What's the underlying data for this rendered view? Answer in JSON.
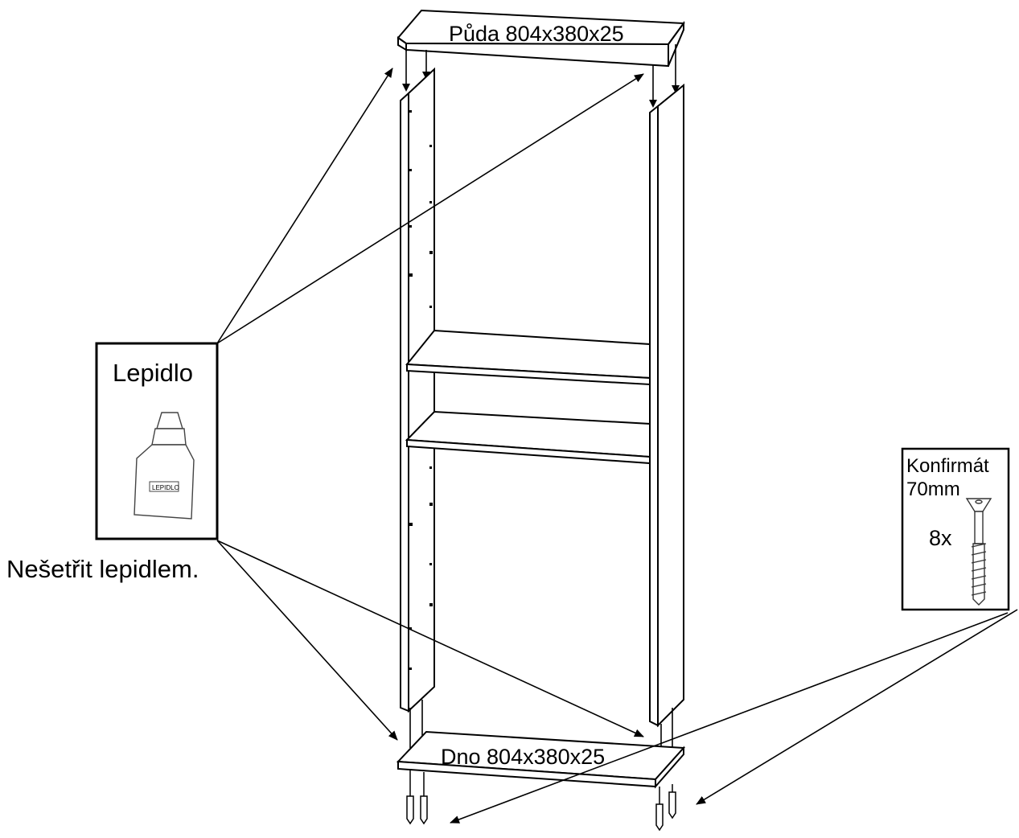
{
  "top_panel": {
    "label": "Půda 804x380x25"
  },
  "bottom_panel": {
    "label": "Dno 804x380x25"
  },
  "glue_box": {
    "title": "Lepidlo",
    "bottle_text": "LEPIDLO",
    "note": "Nešetřit lepidlem."
  },
  "screw_box": {
    "title_line1": "Konfirmát",
    "title_line2": "70mm",
    "quantity": "8x"
  },
  "colors": {
    "line": "#000000",
    "background": "#ffffff"
  },
  "icons": [
    "glue-bottle-icon",
    "confirmat-screw-icon"
  ]
}
